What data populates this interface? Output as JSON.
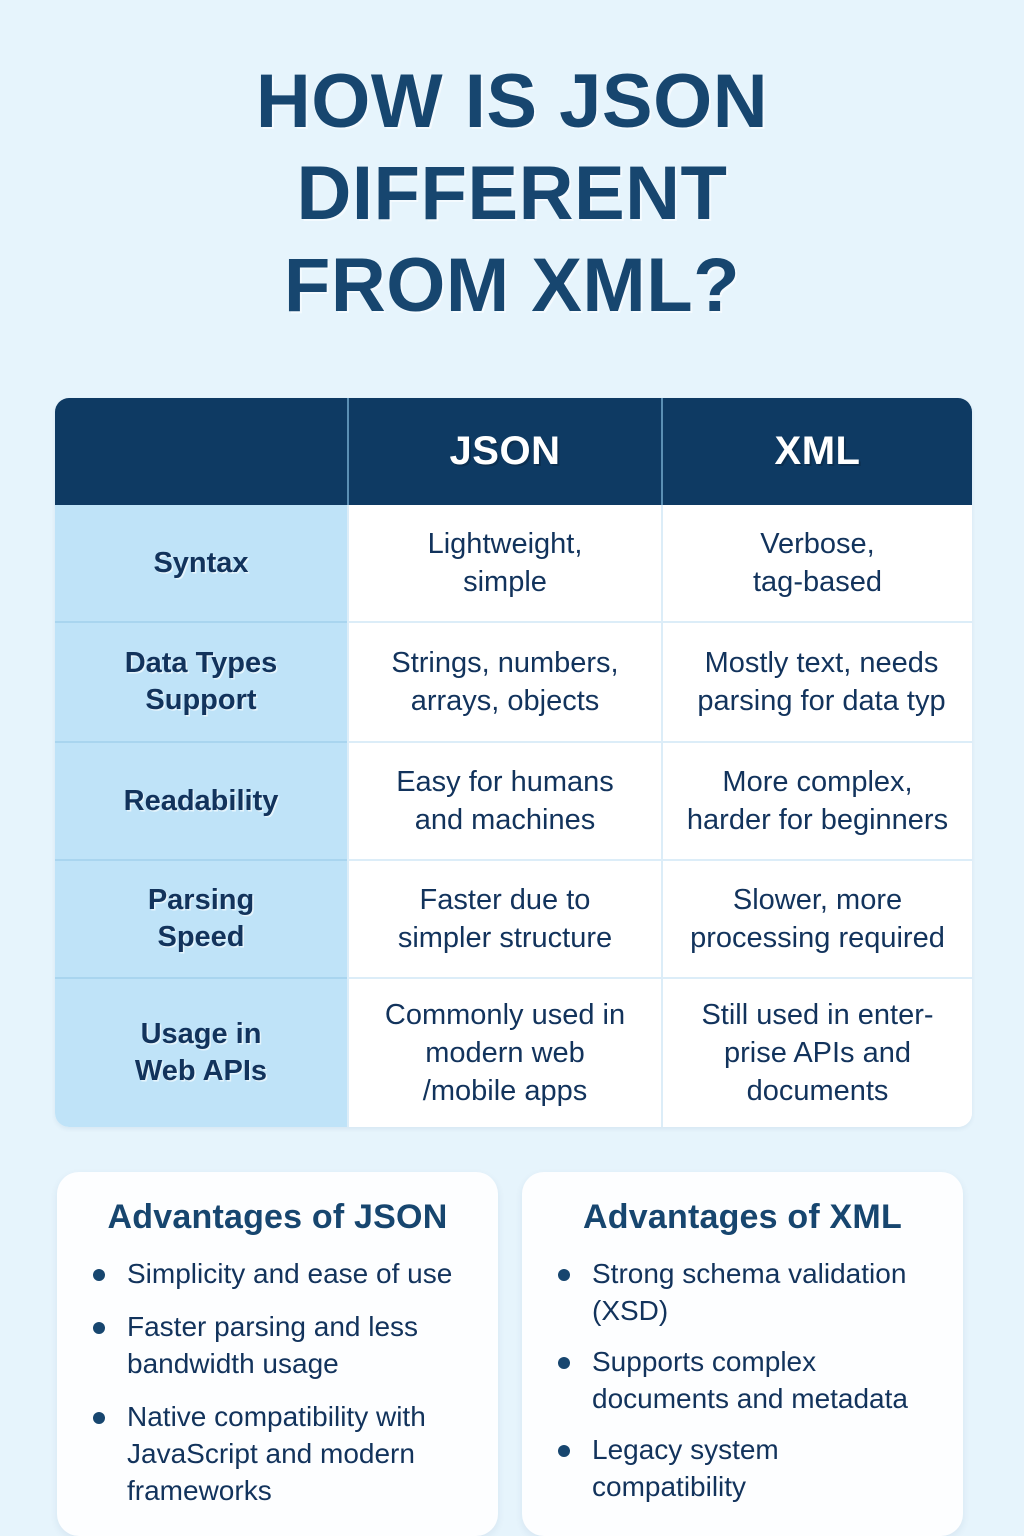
{
  "title": {
    "line1": "HOW IS JSON",
    "line2": "DIFFERENT",
    "line3": "FROM XML?"
  },
  "table": {
    "headers": {
      "label": "",
      "json": "JSON",
      "xml": "XML"
    },
    "rows": [
      {
        "label": "Syntax",
        "json": "Lightweight,\nsimple",
        "xml": "Verbose,\ntag-based"
      },
      {
        "label": "Data Types\nSupport",
        "json": "Strings, numbers,\narrays, objects",
        "xml": "Mostly text, needs\nparsing for data typ"
      },
      {
        "label": "Readability",
        "json": "Easy for humans\nand machines",
        "xml": "More complex,\nharder for beginners"
      },
      {
        "label": "Parsing\nSpeed",
        "json": "Faster due to\nsimpler structure",
        "xml": "Slower, more\nprocessing required"
      },
      {
        "label": "Usage in\nWeb APIs",
        "json": "Commonly used in\nmodern web\n/mobile apps",
        "xml": "Still used in enter-\nprise APIs and\ndocuments"
      }
    ]
  },
  "cards": {
    "json": {
      "title": "Advantages of JSON",
      "bullets": [
        "Simplicity and ease of use",
        "Faster parsing and less bandwidth usage",
        "Native compatibility with JavaScript and modern frameworks"
      ]
    },
    "xml": {
      "title": "Advantages of XML",
      "bullets": [
        "Strong schema validation (XSD)",
        "Supports complex documents and metadata",
        "Legacy system compatibility"
      ]
    }
  },
  "colors": {
    "background": "#e6f4fc",
    "header_navy": "#0e3a63",
    "label_blue": "#bfe3f8",
    "text_navy": "#12335c",
    "title_navy": "#17466f",
    "card_white": "#fdfeff"
  }
}
